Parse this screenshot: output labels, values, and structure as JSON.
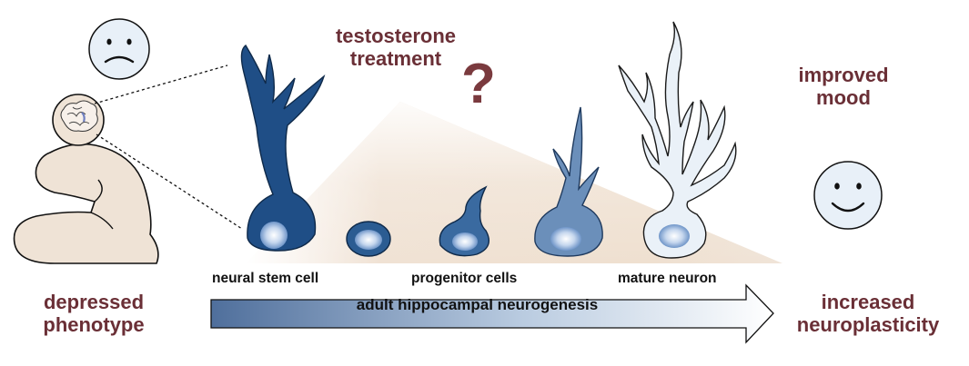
{
  "labels": {
    "testosterone": [
      "testosterone",
      "treatment"
    ],
    "question_mark": "?",
    "improved_mood": [
      "improved",
      "mood"
    ],
    "depressed_phenotype": [
      "depressed",
      "phenotype"
    ],
    "increased_neuroplasticity": [
      "increased",
      "neuroplasticity"
    ],
    "neural_stem_cell": "neural stem cell",
    "progenitor_cells": "progenitor cells",
    "mature_neuron": "mature neuron",
    "arrow": "adult hippocampal neurogenesis"
  },
  "colors": {
    "maroon_text": "#6a2f36",
    "stem_cell": "#1f4e86",
    "progenitor_dark": "#2b5c92",
    "progenitor_light": "#6b8fba",
    "mature_neuron": "#eaf1f8",
    "skin": "#efe3d6",
    "arrow_dark": "#4f6f9c",
    "arrow_light": "#ffffff"
  },
  "icons": [
    "sad-face-icon",
    "brain-icon",
    "happy-face-icon"
  ]
}
